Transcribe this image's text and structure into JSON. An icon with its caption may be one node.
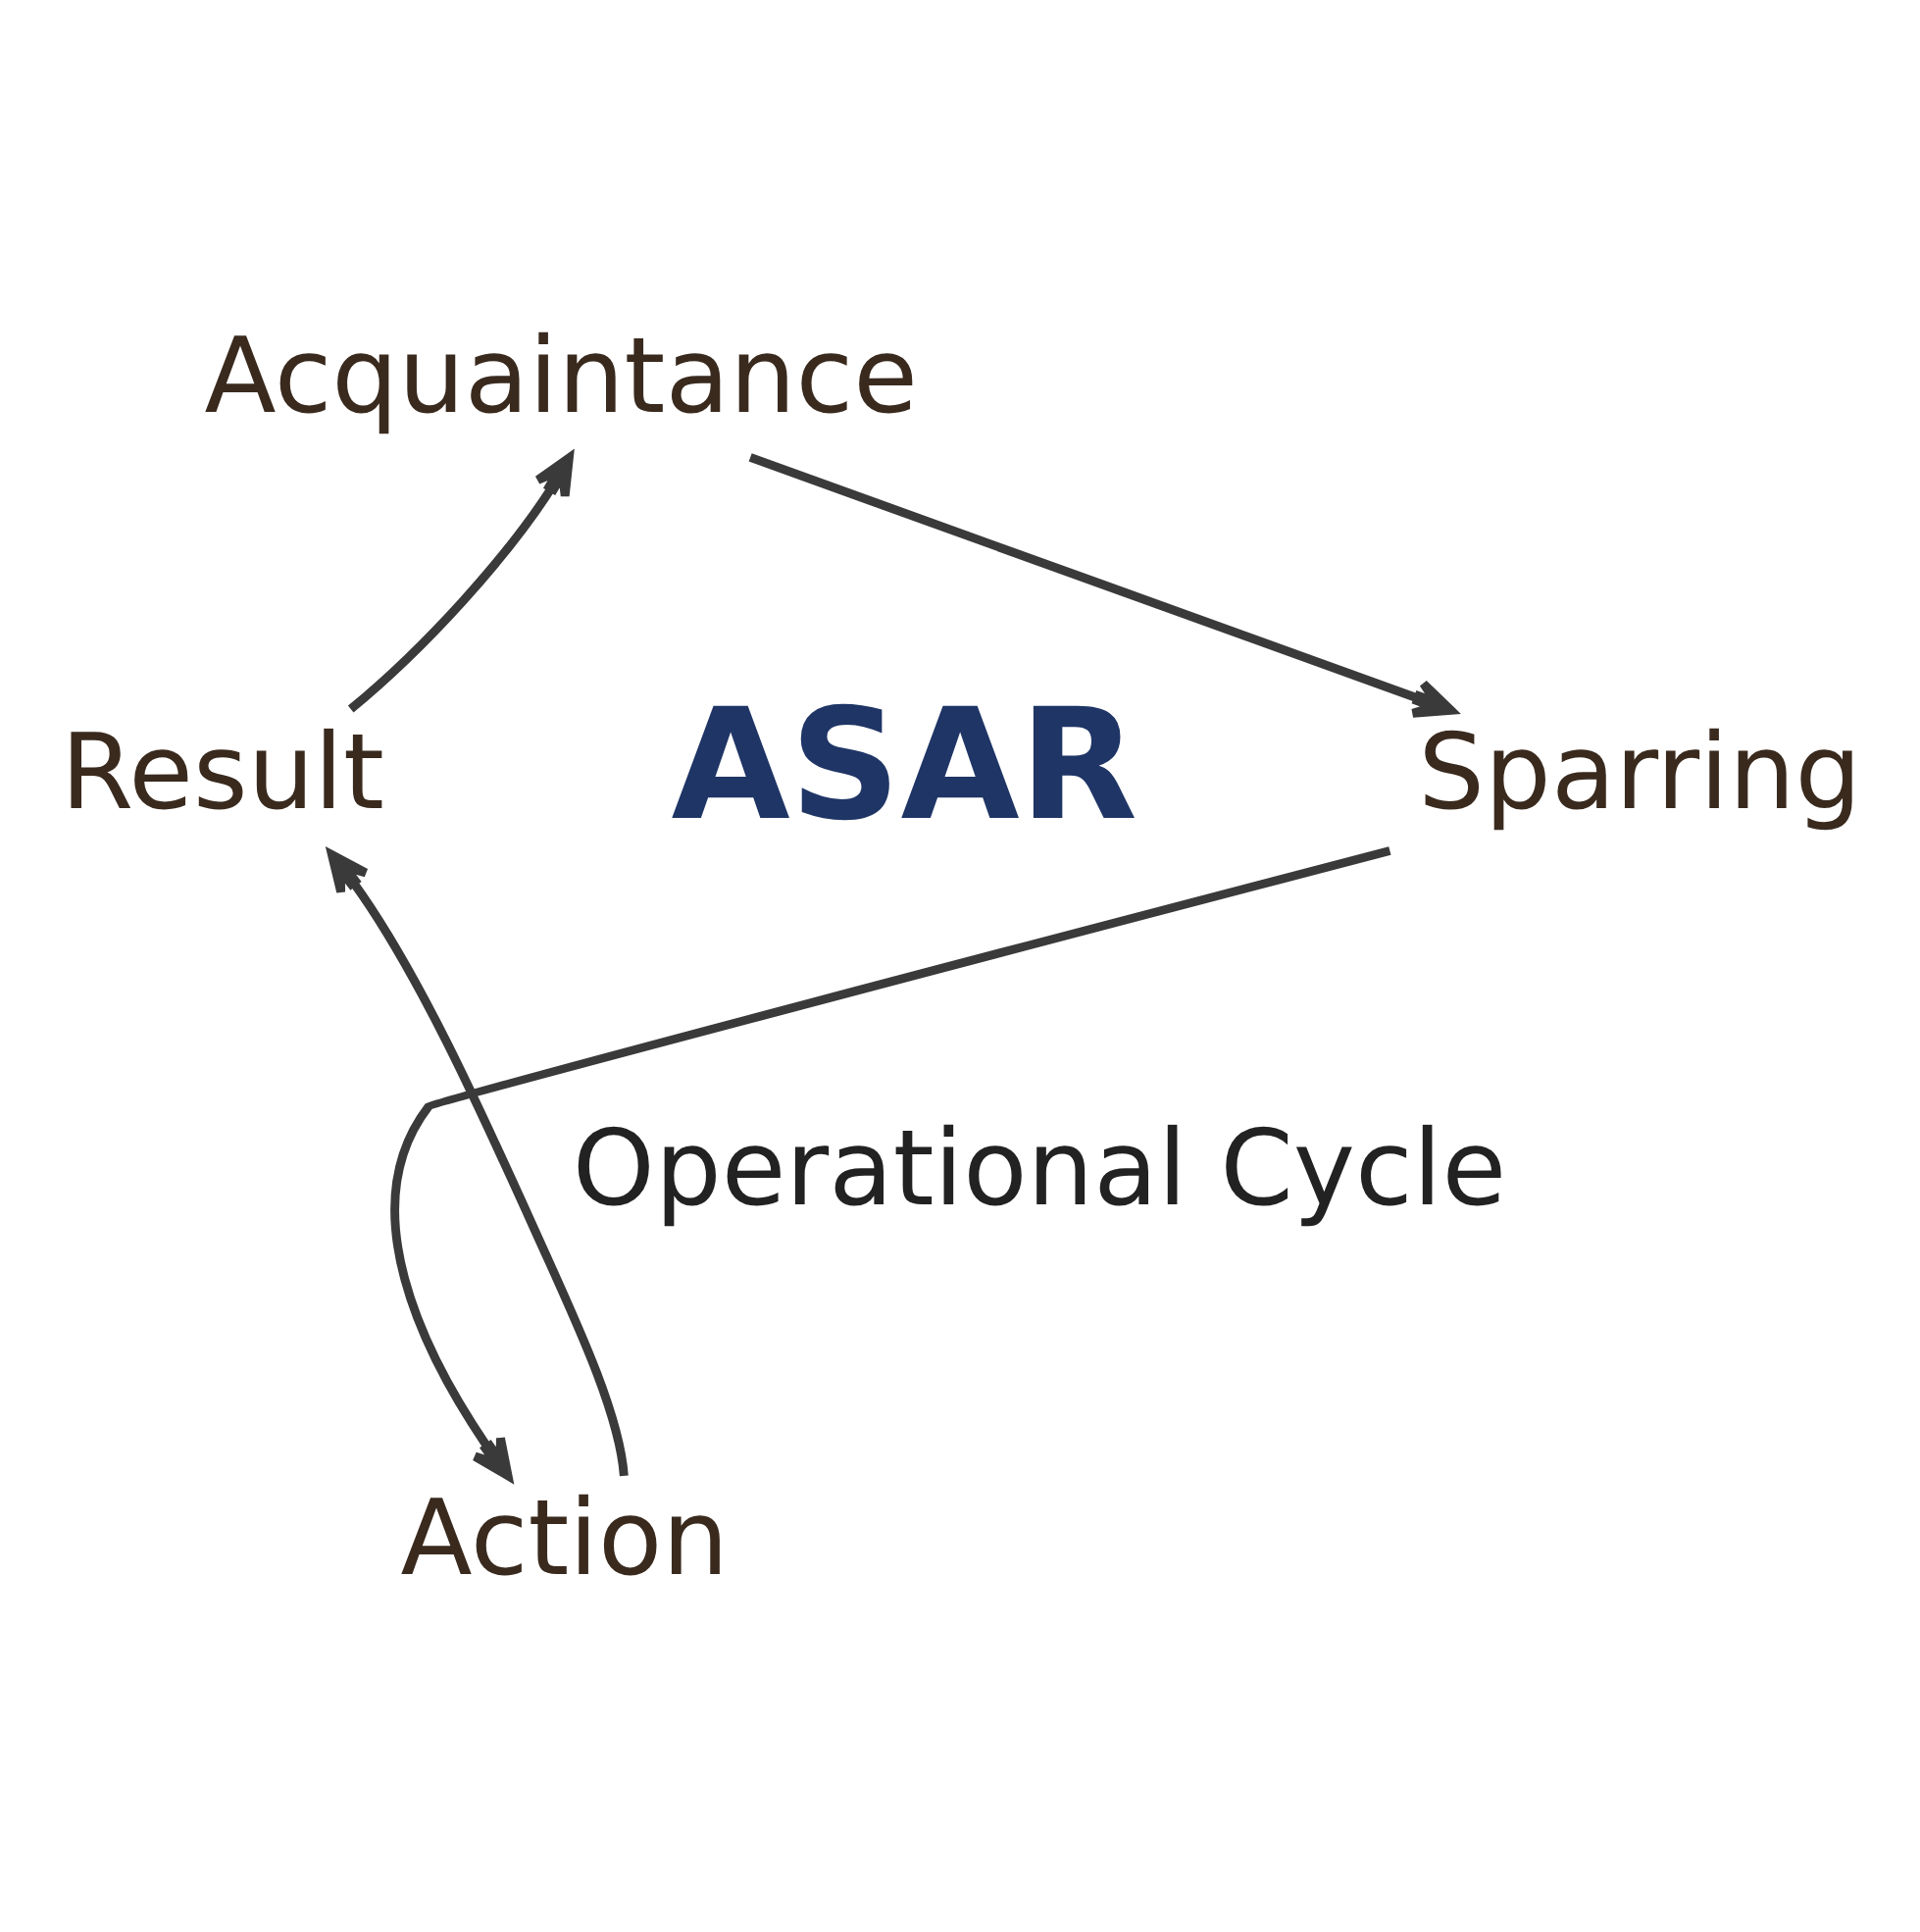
{
  "diagram": {
    "nodes": [
      {
        "text": [
          "Acquaintance"
        ]
      },
      {
        "text": [
          "Sparring"
        ]
      },
      {
        "text": [
          "Action"
        ]
      },
      {
        "text": [
          "Result"
        ]
      }
    ],
    "edges": [
      {
        "from": 0,
        "to": 1,
        "arrow": "to"
      },
      {
        "from": 1,
        "to": 2,
        "arrow": "to"
      },
      {
        "from": 2,
        "to": 3,
        "arrow": "to"
      },
      {
        "from": 3,
        "to": 0,
        "arrow": "to"
      }
    ],
    "labels": [
      "ASAR",
      "Operational Cycle"
    ]
  }
}
